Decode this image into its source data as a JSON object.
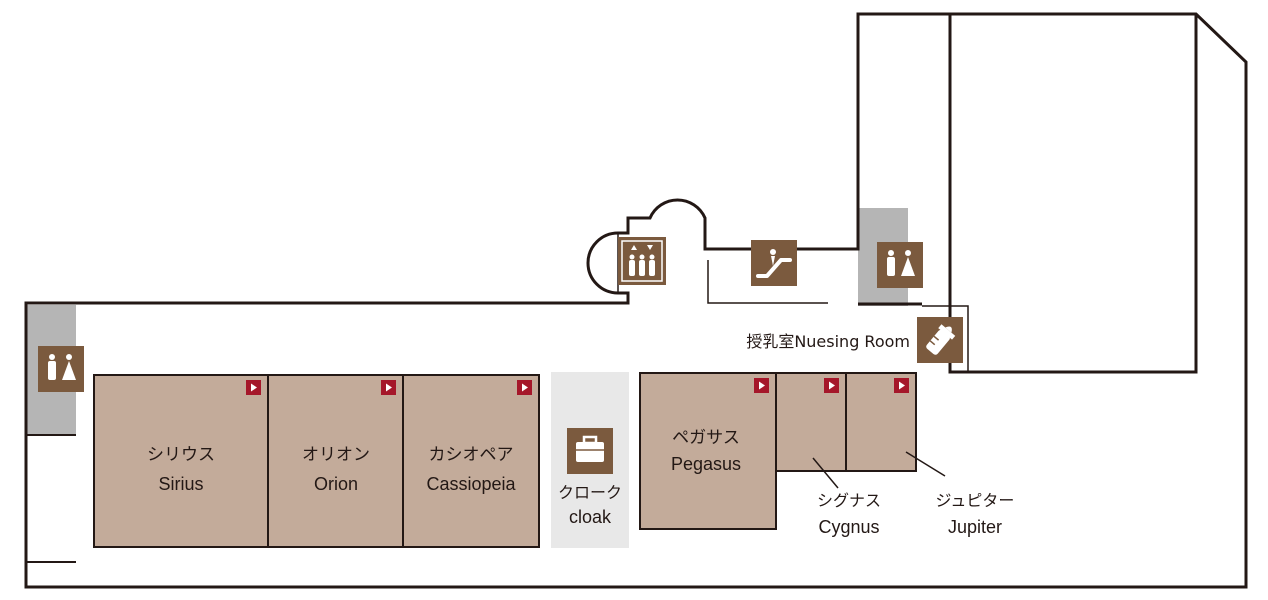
{
  "colors": {
    "room_fill": "#c3ab9a",
    "icon_fill": "#7b5a3e",
    "play_badge": "#a5172a",
    "restroom_zone": "#b5b5b5",
    "cloak_zone": "#e8e8e8",
    "wall": "#231815"
  },
  "rooms": [
    {
      "id": "sirius",
      "ja": "シリウス",
      "en": "Sirius"
    },
    {
      "id": "orion",
      "ja": "オリオン",
      "en": "Orion"
    },
    {
      "id": "cassiopeia",
      "ja": "カシオペア",
      "en": "Cassiopeia"
    },
    {
      "id": "pegasus",
      "ja": "ペガサス",
      "en": "Pegasus"
    },
    {
      "id": "cygnus",
      "ja": "シグナス",
      "en": "Cygnus"
    },
    {
      "id": "jupiter",
      "ja": "ジュピター",
      "en": "Jupiter"
    }
  ],
  "cloak": {
    "ja": "クローク",
    "en": "cloak",
    "icon": "briefcase-icon"
  },
  "nursing_room": {
    "label": "授乳室Nuesing Room",
    "icon": "baby-bottle-icon"
  },
  "facilities": [
    {
      "name": "elevator",
      "icon": "elevator-icon"
    },
    {
      "name": "escalator",
      "icon": "escalator-icon"
    },
    {
      "name": "restroom-left",
      "icon": "restroom-icon"
    },
    {
      "name": "restroom-right",
      "icon": "restroom-icon"
    }
  ]
}
